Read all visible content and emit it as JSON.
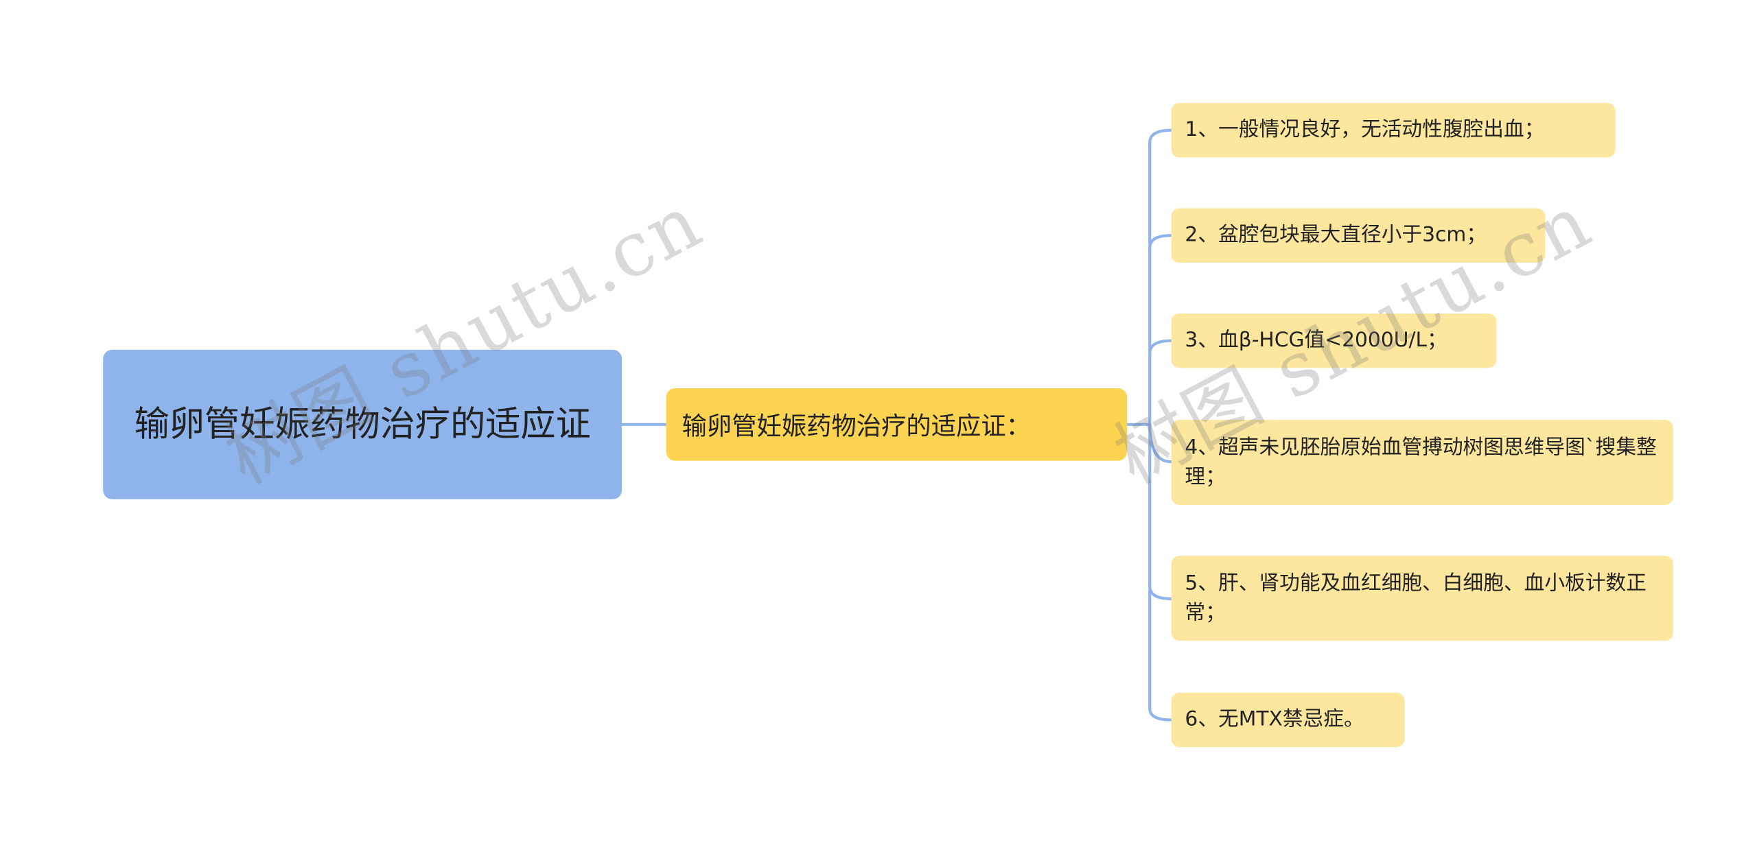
{
  "root": {
    "label": "输卵管妊娠药物治疗的适应证"
  },
  "branch": {
    "label": "输卵管妊娠药物治疗的适应证："
  },
  "items": [
    {
      "label": "1、一般情况良好，无活动性腹腔出血；"
    },
    {
      "label": "2、盆腔包块最大直径小于3cm；"
    },
    {
      "label": "3、血β-HCG值<2000U/L；"
    },
    {
      "label": "4、超声未见胚胎原始血管搏动树图思维导图`搜集整理；"
    },
    {
      "label": "5、肝、肾功能及血红细胞、白细胞、血小板计数正常；"
    },
    {
      "label": "6、无MTX禁忌症。"
    }
  ],
  "watermarks": [
    {
      "label": "树图 shutu.cn"
    },
    {
      "label": "树图 shutu.cn"
    }
  ],
  "colors": {
    "root_fill": "#8fb4ec",
    "branch_fill": "#fdd451",
    "leaf_fill": "#fde69d",
    "connector": "#8fb4ec"
  }
}
